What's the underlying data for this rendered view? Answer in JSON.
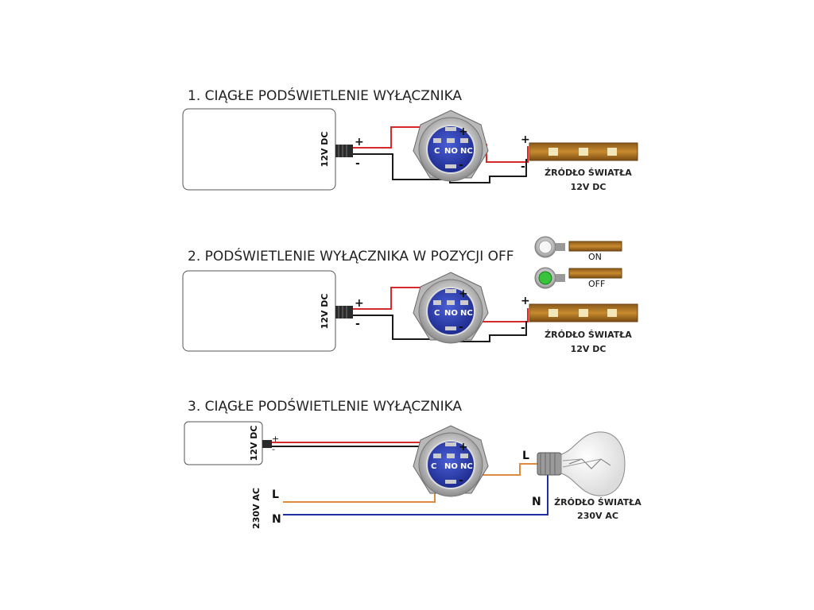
{
  "sections": [
    {
      "title": "1. CIĄGŁE PODŚWIETLENIE WYŁĄCZNIKA",
      "supply_label": "12V DC",
      "plus": "+",
      "minus": "-",
      "pins": {
        "c": "C",
        "no": "NO",
        "nc": "NC",
        "plus": "+",
        "minus": "-"
      },
      "strip_plus": "+",
      "strip_minus": "-",
      "light_label_1": "ŹRÓDŁO ŚWIATŁA",
      "light_label_2": "12V DC"
    },
    {
      "title": "2. PODŚWIETLENIE WYŁĄCZNIKA W POZYCJI OFF",
      "supply_label": "12V DC",
      "plus": "+",
      "minus": "-",
      "pins": {
        "c": "C",
        "no": "NO",
        "nc": "NC",
        "plus": "+",
        "minus": "-"
      },
      "strip_plus": "+",
      "strip_minus": "-",
      "light_label_1": "ŹRÓDŁO ŚWIATŁA",
      "light_label_2": "12V DC",
      "state_on": "ON",
      "state_off": "OFF"
    },
    {
      "title": "3. CIĄGŁE PODŚWIETLENIE WYŁĄCZNIKA",
      "supply_label": "12V DC",
      "plus": "+",
      "minus": "-",
      "pins": {
        "c": "C",
        "no": "NO",
        "nc": "NC",
        "plus": "+",
        "minus": "-"
      },
      "ac_label": "230V AC",
      "line_L": "L",
      "line_N": "N",
      "bulb_L": "L",
      "bulb_N": "N",
      "light_label_1": "ŹRÓDŁO ŚWIATŁA",
      "light_label_2": "230V AC"
    }
  ],
  "colors": {
    "red_wire": "#d42a2a",
    "black_wire": "#1a1a1a",
    "orange_wire": "#e08a3c",
    "blue_wire": "#1f2fa8",
    "switch_face": "#2d3fb0",
    "metal": "#c9c9c9"
  }
}
